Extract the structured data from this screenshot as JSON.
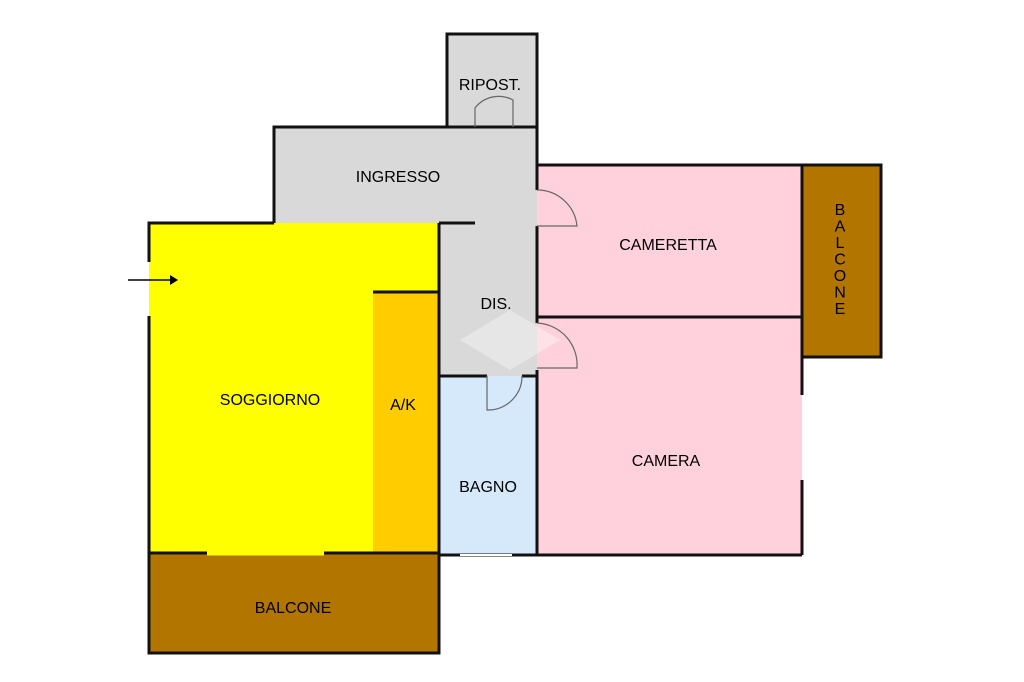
{
  "colors": {
    "corridor": "#d9d9d9",
    "living": "#ffff00",
    "kitchen": "#ffcc00",
    "bedroom": "#ffd1dc",
    "bathroom": "#d6e9fb",
    "balcony": "#b27600",
    "wall": "#111111"
  },
  "rooms": {
    "ripostiglio": "RIPOST.",
    "ingresso": "INGRESSO",
    "cameretta": "CAMERETTA",
    "balcone_right": "BALCONE",
    "disimpegno": "DIS.",
    "soggiorno": "SOGGIORNO",
    "angolo_cottura": "A/K",
    "bagno": "BAGNO",
    "camera": "CAMERA",
    "balcone_bottom": "BALCONE"
  },
  "icons": {
    "entrance": "entrance-arrow-icon"
  }
}
